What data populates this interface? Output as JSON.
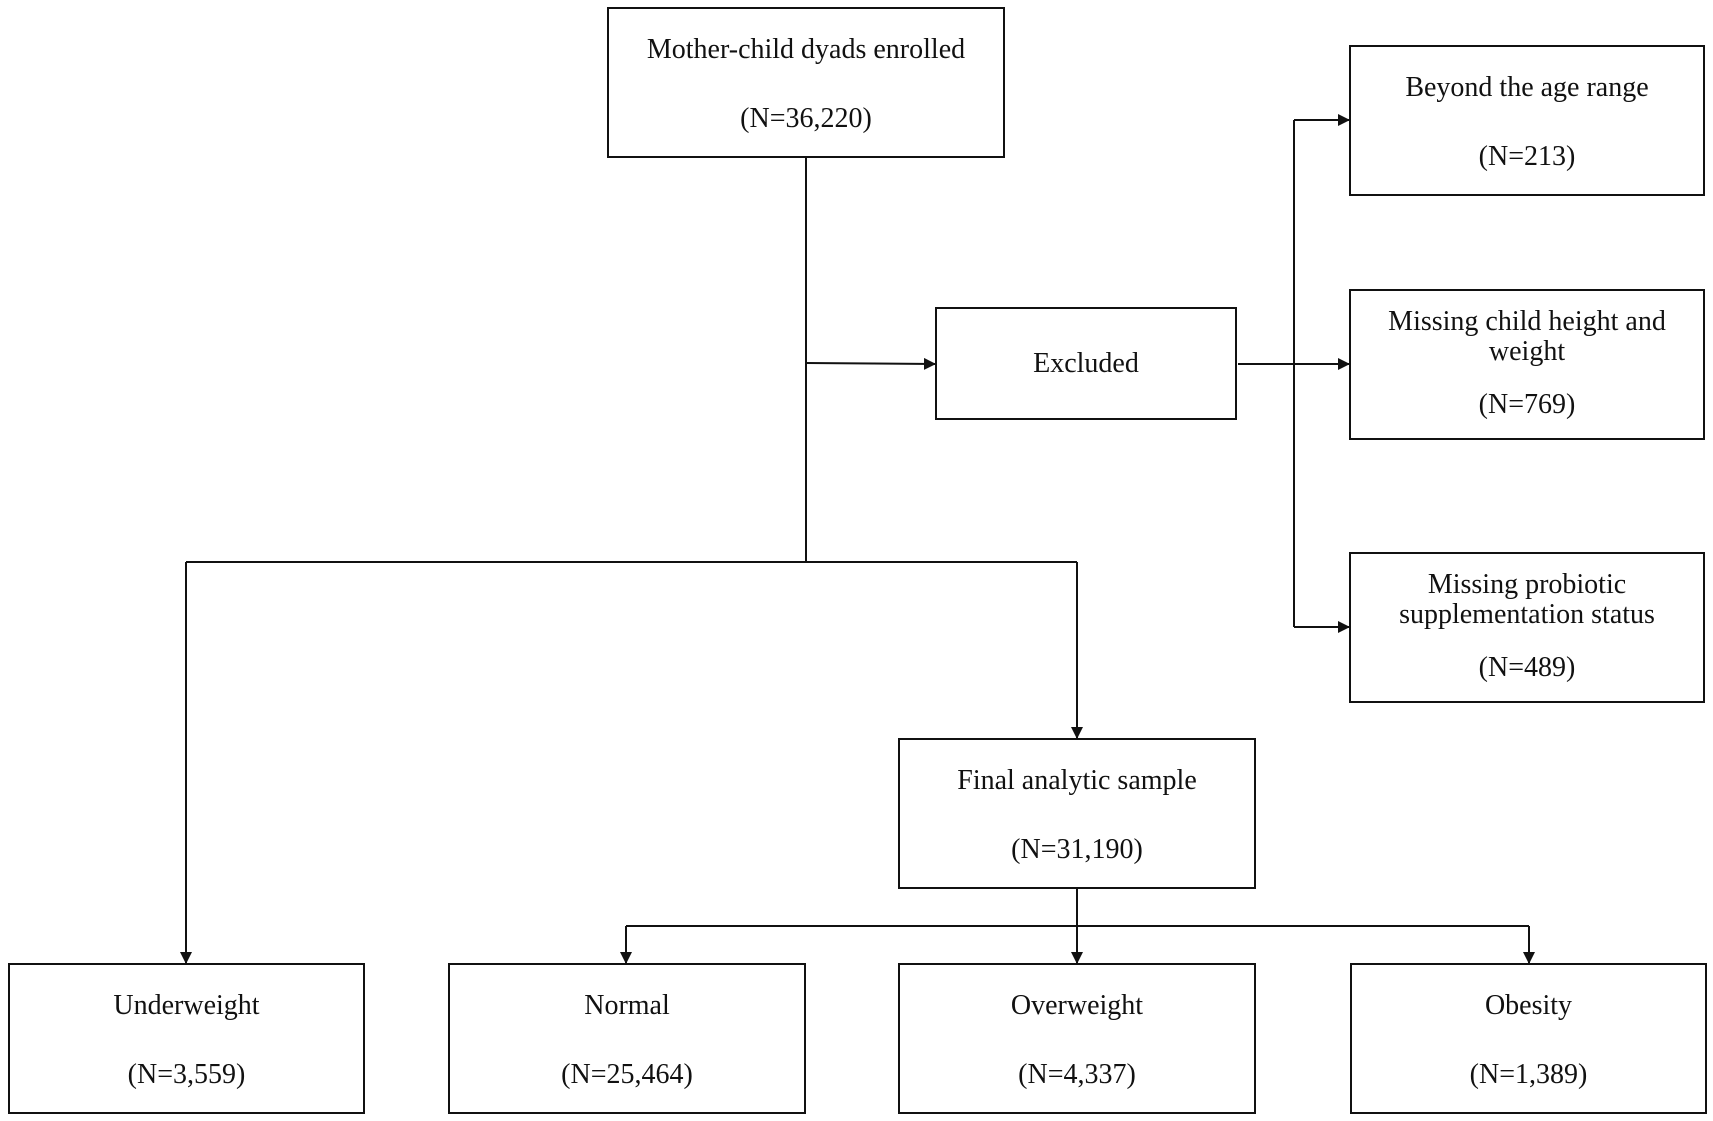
{
  "nodes": {
    "enrolled": {
      "label": "Mother-child dyads enrolled",
      "count": "(N=36,220)"
    },
    "excluded": {
      "label": "Excluded"
    },
    "age_range": {
      "label": "Beyond the age range",
      "count": "(N=213)"
    },
    "missing_height_weight": {
      "label": "Missing child height and weight",
      "count": "(N=769)"
    },
    "missing_probiotic": {
      "label": "Missing probiotic supplementation status",
      "count": "(N=489)"
    },
    "final_sample": {
      "label": "Final analytic sample",
      "count": "(N=31,190)"
    },
    "underweight": {
      "label": "Underweight",
      "count": "(N=3,559)"
    },
    "normal": {
      "label": "Normal",
      "count": "(N=25,464)"
    },
    "overweight": {
      "label": "Overweight",
      "count": "(N=4,337)"
    },
    "obesity": {
      "label": "Obesity",
      "count": "(N=1,389)"
    }
  },
  "style": {
    "line_color": "#111111"
  }
}
